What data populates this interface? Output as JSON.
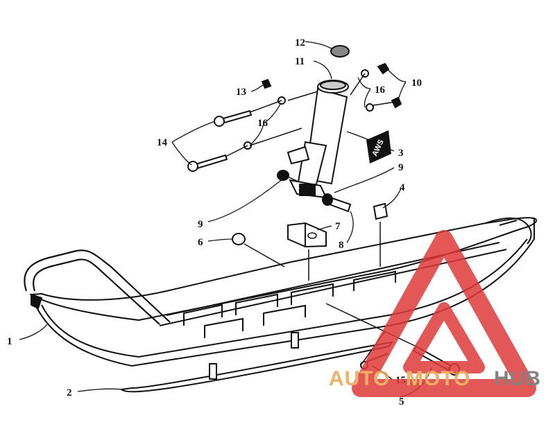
{
  "diagram": {
    "callouts": [
      "1",
      "2",
      "3",
      "4",
      "5",
      "6",
      "7",
      "8",
      "9",
      "9",
      "10",
      "11",
      "12",
      "13",
      "14",
      "15",
      "16",
      "16"
    ],
    "shock_decal": "AWS"
  },
  "watermark": {
    "part1": "AUTO",
    "part2": "MOTO",
    "part3": "HUB",
    "color_red": "#e03a3a",
    "color_orange": "#f2a24a",
    "color_gray": "#6d6d6d"
  }
}
